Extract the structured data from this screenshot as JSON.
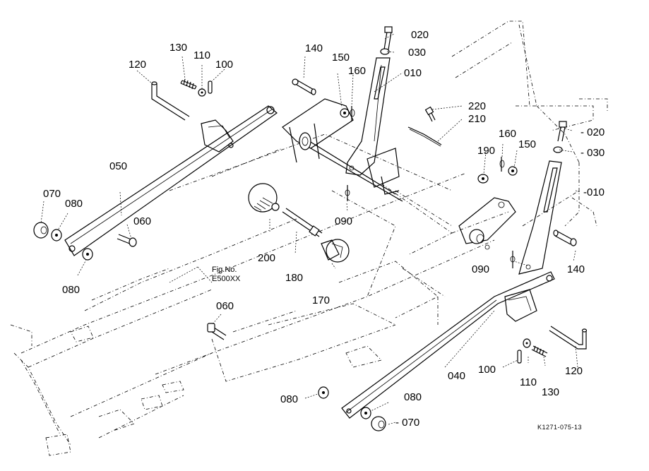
{
  "diagram": {
    "figure_label_line1": "Fig.No.",
    "figure_label_line2": "E500XX",
    "drawing_code": "K1271-075-13",
    "callouts": [
      {
        "id": "p010a",
        "text": "010"
      },
      {
        "id": "p020a",
        "text": "020"
      },
      {
        "id": "p030a",
        "text": "030"
      },
      {
        "id": "p140a",
        "text": "140"
      },
      {
        "id": "p150a",
        "text": "150"
      },
      {
        "id": "p160a",
        "text": "160"
      },
      {
        "id": "p120a",
        "text": "120"
      },
      {
        "id": "p130a",
        "text": "130"
      },
      {
        "id": "p110a",
        "text": "110"
      },
      {
        "id": "p100a",
        "text": "100"
      },
      {
        "id": "p220",
        "text": "220"
      },
      {
        "id": "p210",
        "text": "210"
      },
      {
        "id": "p020b",
        "text": "- 020"
      },
      {
        "id": "p030b",
        "text": "- 030"
      },
      {
        "id": "p010b",
        "text": "-010"
      },
      {
        "id": "p160b",
        "text": "160"
      },
      {
        "id": "p150b",
        "text": "150"
      },
      {
        "id": "p190",
        "text": "190"
      },
      {
        "id": "p050",
        "text": "050"
      },
      {
        "id": "p070a",
        "text": "070"
      },
      {
        "id": "p080a",
        "text": "080"
      },
      {
        "id": "p060a",
        "text": "060"
      },
      {
        "id": "p080b",
        "text": "080"
      },
      {
        "id": "p090a",
        "text": "090"
      },
      {
        "id": "p200",
        "text": "200"
      },
      {
        "id": "p180",
        "text": "180"
      },
      {
        "id": "p170",
        "text": "170"
      },
      {
        "id": "p090b",
        "text": "090"
      },
      {
        "id": "p140b",
        "text": "140"
      },
      {
        "id": "p060b",
        "text": "060"
      },
      {
        "id": "p080c",
        "text": "080"
      },
      {
        "id": "p080d",
        "text": "080"
      },
      {
        "id": "p070b",
        "text": "- 070"
      },
      {
        "id": "p040",
        "text": "040"
      },
      {
        "id": "p100b",
        "text": "100"
      },
      {
        "id": "p110b",
        "text": "110"
      },
      {
        "id": "p130b",
        "text": "130"
      },
      {
        "id": "p120b",
        "text": "120"
      }
    ]
  }
}
